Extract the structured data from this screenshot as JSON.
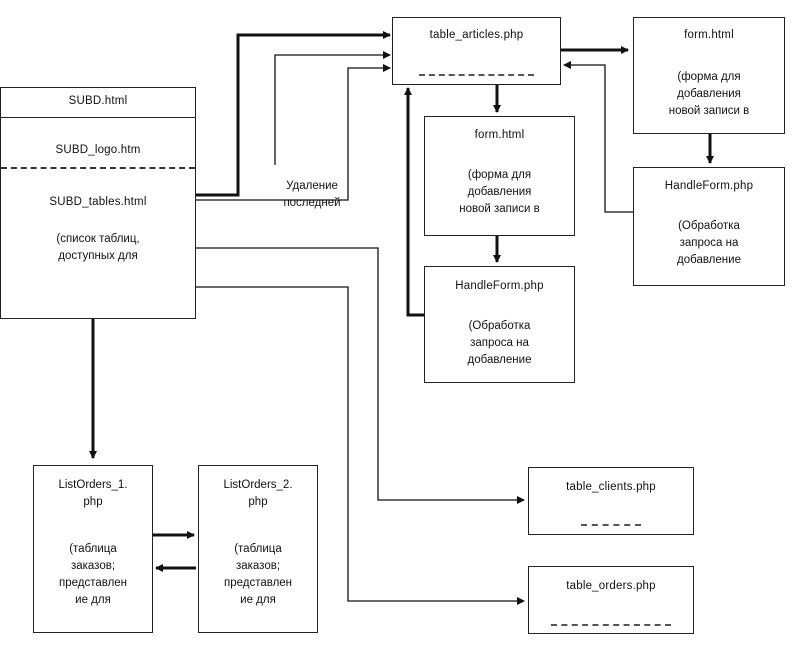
{
  "subd": {
    "title": "SUBD.html",
    "logo": "SUBD_logo.htm",
    "tables_title": "SUBD_tables.html",
    "tables_desc": "(список таблиц,\nдоступных для"
  },
  "delete_label": "Удаление\nпоследней",
  "table_articles": {
    "title": "table_articles.php"
  },
  "form_center": {
    "title": "form.html",
    "desc": "(форма для\nдобавления\nновой записи в"
  },
  "handle_center": {
    "title": "HandleForm.php",
    "desc": "(Обработка\nзапроса на\nдобавление"
  },
  "form_right": {
    "title": "form.html",
    "desc": "(форма для\nдобавления\nновой записи в"
  },
  "handle_right": {
    "title": "HandleForm.php",
    "desc": "(Обработка\nзапроса на\nдобавление"
  },
  "table_clients": {
    "title": "table_clients.php"
  },
  "table_orders": {
    "title": "table_orders.php"
  },
  "list_orders_1": {
    "title": "ListOrders_1.\nphp",
    "desc": "(таблица\nзаказов;\nпредставлен\nие для"
  },
  "list_orders_2": {
    "title": "ListOrders_2.\nphp",
    "desc": "(таблица\nзаказов;\nпредставлен\nие для"
  }
}
